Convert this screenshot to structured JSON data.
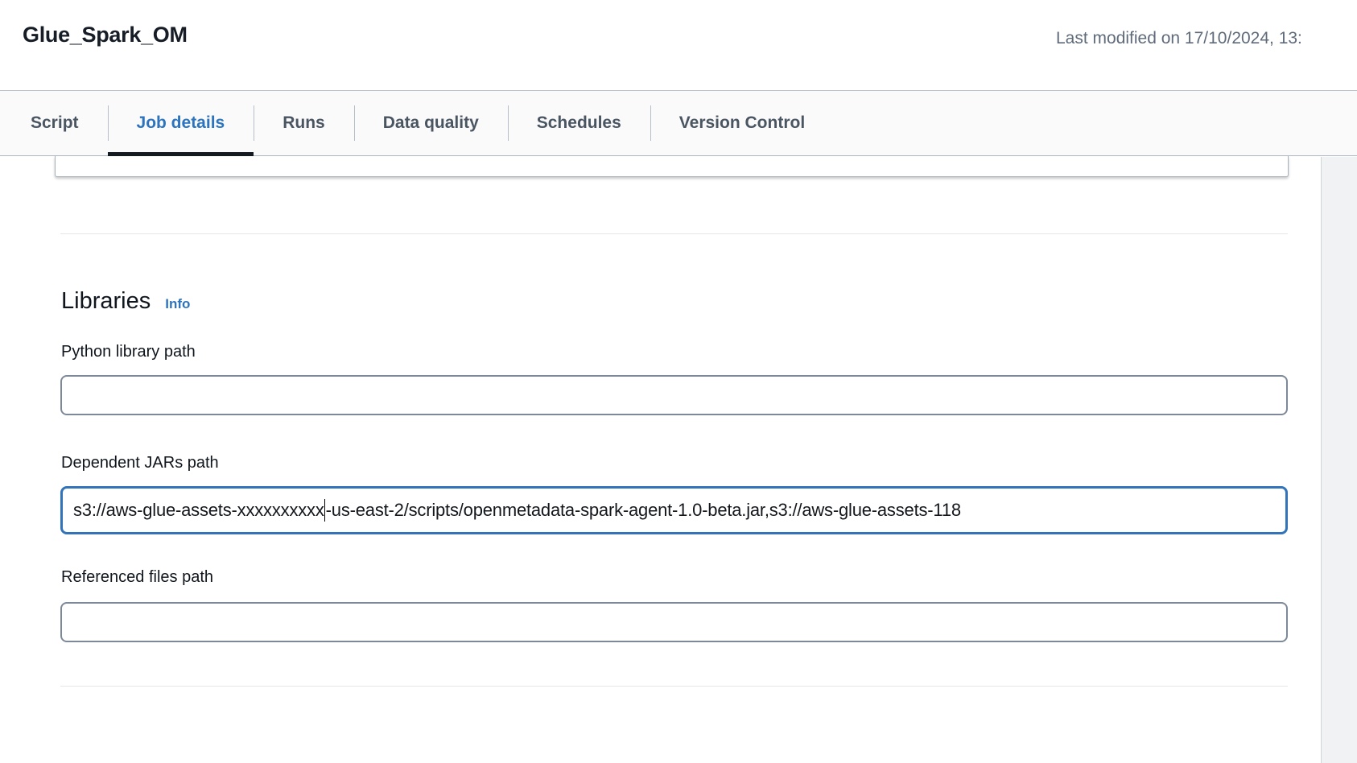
{
  "header": {
    "title": "Glue_Spark_OM",
    "last_modified": "Last modified on 17/10/2024, 13:"
  },
  "tabs": {
    "items": [
      {
        "label": "Script",
        "active": false
      },
      {
        "label": "Job details",
        "active": true
      },
      {
        "label": "Runs",
        "active": false
      },
      {
        "label": "Data quality",
        "active": false
      },
      {
        "label": "Schedules",
        "active": false
      },
      {
        "label": "Version Control",
        "active": false
      }
    ]
  },
  "libraries": {
    "heading": "Libraries",
    "info_link": "Info",
    "fields": {
      "python_library": {
        "label": "Python library path",
        "value": ""
      },
      "dependent_jars": {
        "label": "Dependent JARs path",
        "focused": true,
        "value_before_caret": "s3://aws-glue-assets-xxxxxxxxxx",
        "value_after_caret": "-us-east-2/scripts/openmetadata-spark-agent-1.0-beta.jar,s3://aws-glue-assets-118",
        "value": "s3://aws-glue-assets-xxxxxxxxxx-us-east-2/scripts/openmetadata-spark-agent-1.0-beta.jar,s3://aws-glue-assets-118"
      },
      "referenced_files": {
        "label": "Referenced files path",
        "value": ""
      }
    }
  },
  "colors": {
    "accent_blue": "#2c74be",
    "focus_border": "#3273b9",
    "active_tab_underline": "#131a22",
    "input_border": "#7d8998",
    "muted_text": "#5f6b7a",
    "tab_bar_bg": "#fafafa",
    "side_rail_bg": "#f1f2f3"
  }
}
